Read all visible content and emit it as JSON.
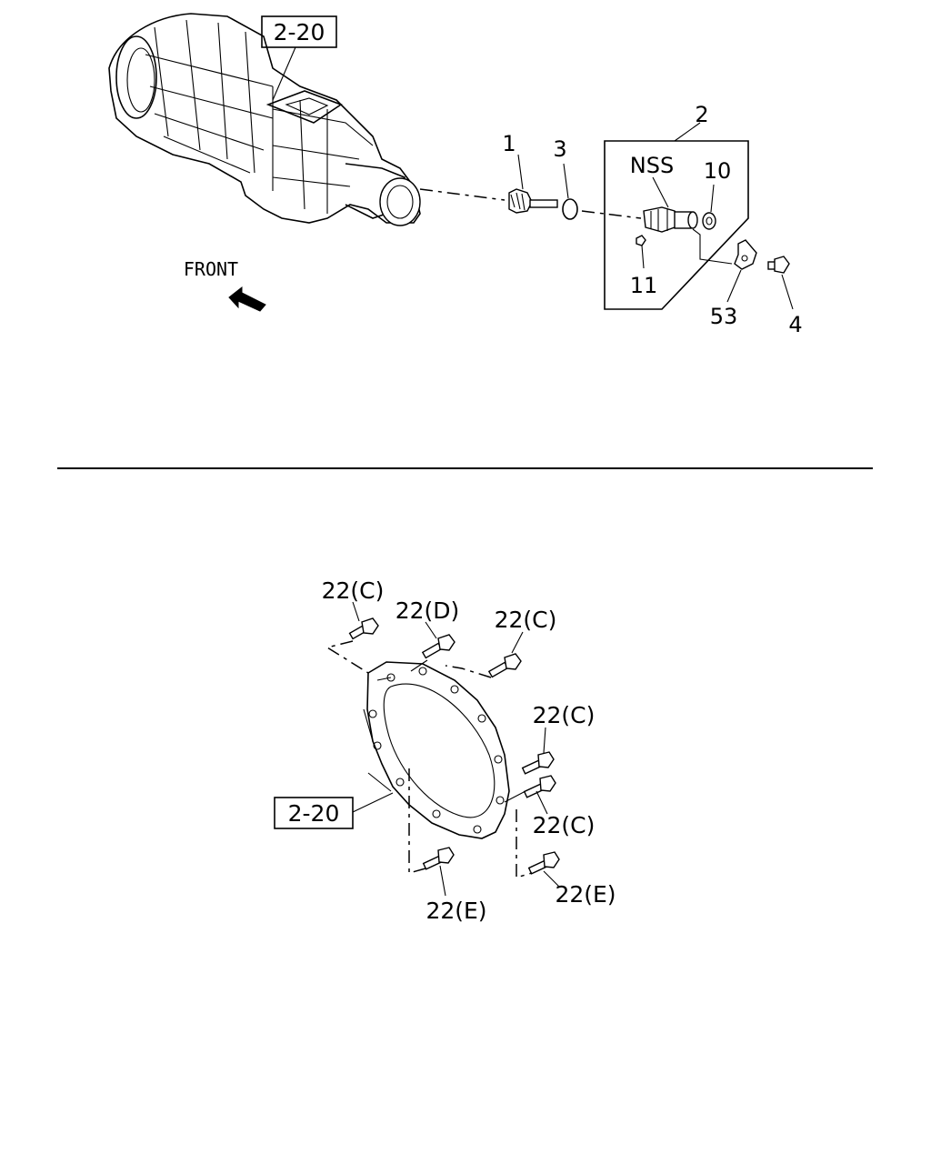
{
  "top_figure": {
    "ref_box": "2-20",
    "front_label": "FRONT",
    "labels": {
      "part_1": "1",
      "part_3": "3",
      "part_2": "2",
      "nss": "NSS",
      "part_10": "10",
      "part_11": "11",
      "part_53": "53",
      "part_4": "4"
    }
  },
  "bottom_figure": {
    "ref_box": "2-20",
    "bolt_labels": {
      "top_left": "22(C)",
      "top_mid": "22(D)",
      "top_right": "22(C)",
      "right_upper": "22(C)",
      "right_lower": "22(C)",
      "bottom_right": "22(E)",
      "bottom_left": "22(E)"
    }
  }
}
